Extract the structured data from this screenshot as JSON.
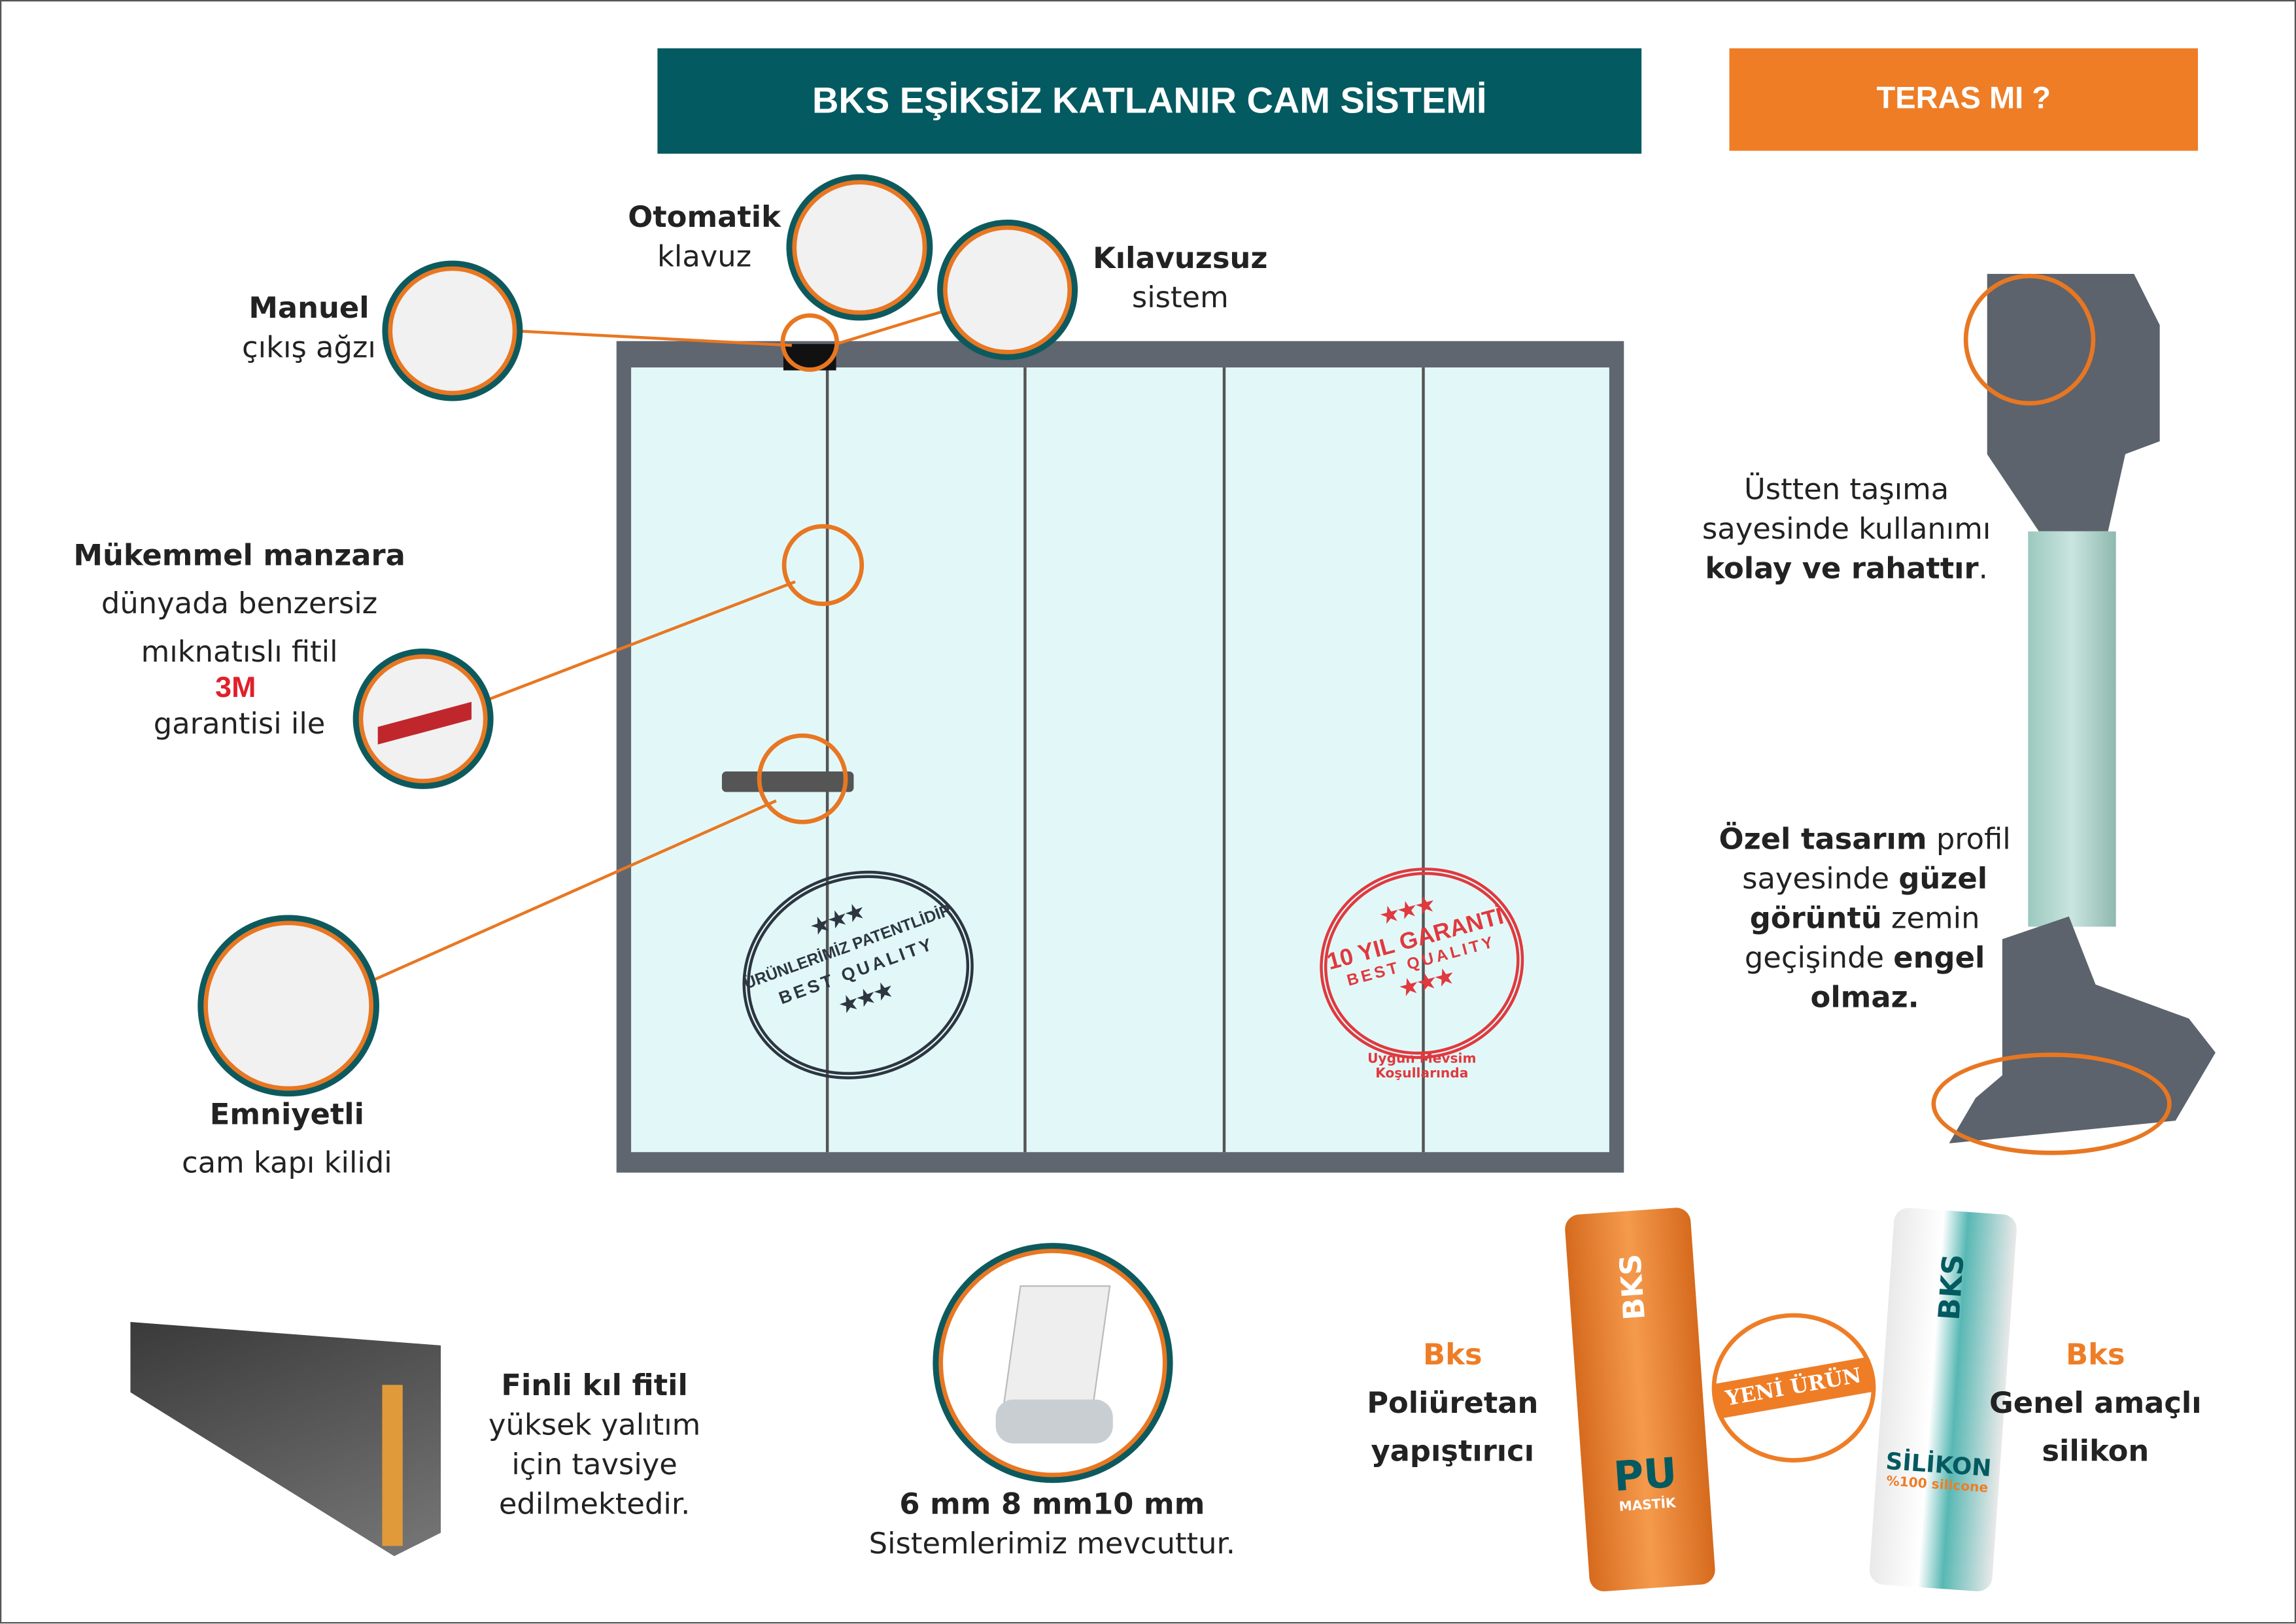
{
  "header": {
    "title": "BKS EŞİKSİZ KATLANIR CAM SİSTEMİ",
    "badge": "TERAS MI ?"
  },
  "colors": {
    "teal": "#035a60",
    "orange": "#ee7d26",
    "red": "#e0393e",
    "stamp_dark": "#2d3640"
  },
  "callouts": {
    "otomatik": {
      "bold": "Otomatik",
      "text": "klavuz"
    },
    "kilavuzsuz": {
      "bold": "Kılavuzsuz",
      "text": "sistem"
    },
    "manuel": {
      "bold": "Manuel",
      "text": "çıkış ağzı"
    },
    "manzara": {
      "bold": "Mükemmel manzara",
      "l1": "dünyada benzersiz",
      "l2": "mıknatıslı fitil",
      "brand": "3M",
      "l3": "garantisi ile"
    },
    "emniyet": {
      "bold": "Emniyetli",
      "text": "cam kapı kilidi"
    }
  },
  "stamps": {
    "patent": {
      "main": "ÜRÜNLERİMİZ PATENTLİDİR",
      "sub": "BEST QUALITY",
      "stars": "★★★"
    },
    "garanti": {
      "main": "10 YIL GARANTİ",
      "sub": "BEST QUALITY",
      "note": "Uygun Mevsim Koşullarında",
      "stars": "★★★"
    }
  },
  "right": {
    "top": {
      "l1": "Üstten taşıma",
      "l2": "sayesinde kullanımı",
      "bold": "kolay ve rahattır",
      "end": "."
    },
    "bottom": {
      "b1": "Özel tasarım",
      "t1": " profil",
      "t2": "sayesinde ",
      "b2": "güzel",
      "b3": "görüntü",
      "t3": " zemin",
      "t4": "geçişinde ",
      "b4": "engel",
      "b5": "olmaz."
    }
  },
  "brush": {
    "bold": "Finli kıl fitil",
    "l1": "yüksek yalıtım",
    "l2": "için tavsiye",
    "l3": "edilmektedir."
  },
  "glass": {
    "bold": "6 mm 8 mm10 mm",
    "text": "Sistemlerimiz mevcuttur."
  },
  "products": {
    "pu": {
      "brand": "Bks",
      "l1": "Poliüretan",
      "l2": "yapıştırıcı",
      "tube_logo": "BKS",
      "tube_main": "PU",
      "tube_sub": "MASTİK"
    },
    "badge": "YENİ ÜRÜN",
    "silikon": {
      "brand": "Bks",
      "l1": "Genel amaçlı",
      "l2": "silikon",
      "tube_logo": "BKS",
      "tube_main": "SİLİKON",
      "tube_sub": "%100 silicone"
    }
  }
}
